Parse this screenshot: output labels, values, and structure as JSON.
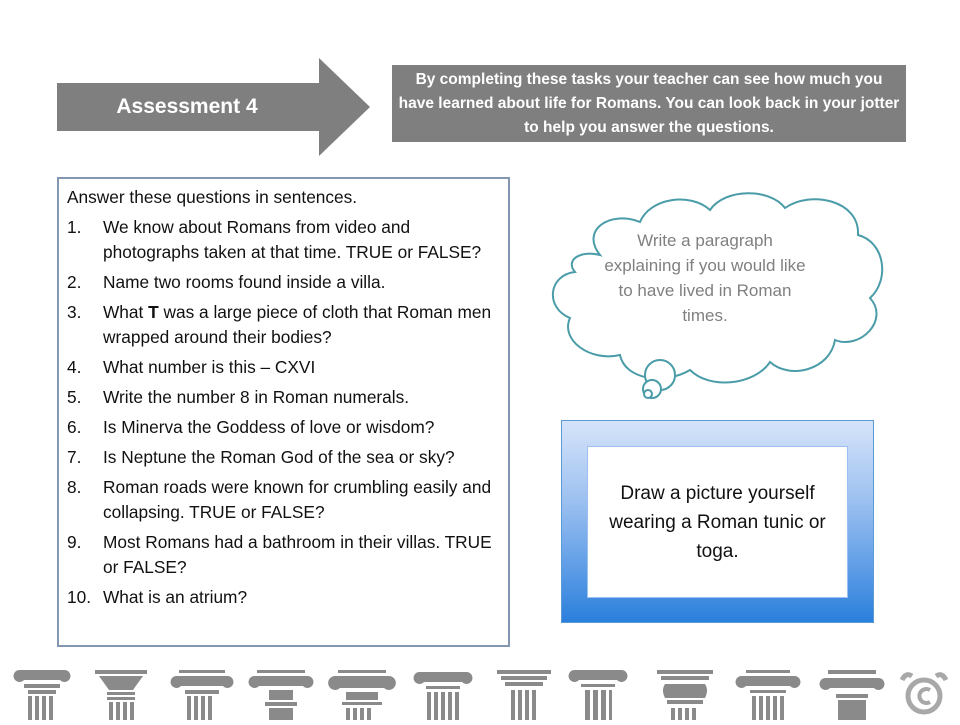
{
  "header": {
    "arrow_label": "Assessment 4",
    "intro_text": "By completing these tasks your teacher can see how much you have learned about life for Romans. You can look back in your jotter to help you answer the questions."
  },
  "questions": {
    "heading": "Answer these questions in sentences.",
    "items": [
      {
        "num": "1.",
        "text": "We know about Romans from video and photographs taken at that time. TRUE or FALSE?"
      },
      {
        "num": "2.",
        "text": "Name two rooms found inside a villa."
      },
      {
        "num": "3.",
        "text_before": "What ",
        "text_bold": "T",
        "text_after": " was a large piece of cloth that Roman men wrapped around their bodies?"
      },
      {
        "num": "4.",
        "text": "What number is this – CXVI"
      },
      {
        "num": "5.",
        "text": "Write the number 8 in Roman numerals."
      },
      {
        "num": "6.",
        "text": "Is Minerva the Goddess of love or wisdom?"
      },
      {
        "num": "7.",
        "text": "Is Neptune the Roman God of the sea or sky?"
      },
      {
        "num": "8.",
        "text": "Roman roads were known for crumbling easily and collapsing. TRUE or FALSE?"
      },
      {
        "num": "9.",
        "text": "Most Romans had a bathroom in their villas. TRUE or FALSE?"
      },
      {
        "num": "10.",
        "text": "What is an atrium?"
      }
    ]
  },
  "thought_cloud": {
    "text": "Write a paragraph explaining if you would like to have lived in Roman times."
  },
  "draw_task": {
    "text": "Draw a picture yourself wearing a Roman tunic or toga."
  },
  "footer": {
    "icons": [
      "ionic-column-icon",
      "doric-column-icon",
      "ionic-column-icon",
      "ionic-column-icon",
      "corinthian-column-icon",
      "ionic-column-icon",
      "doric-column-icon",
      "ionic-column-icon",
      "doric-column-icon",
      "ionic-column-icon",
      "ionic-column-icon",
      "copyright-moose-icon"
    ]
  },
  "colors": {
    "header_gray": "#7f7f7f",
    "question_border": "#8497b0",
    "cloud_stroke": "#4a9ca8",
    "cloud_text": "#808080",
    "draw_gradient_top": "#d6e4fa",
    "draw_gradient_bottom": "#2a7fdc",
    "pillar_gray": "#8a8a8a"
  }
}
